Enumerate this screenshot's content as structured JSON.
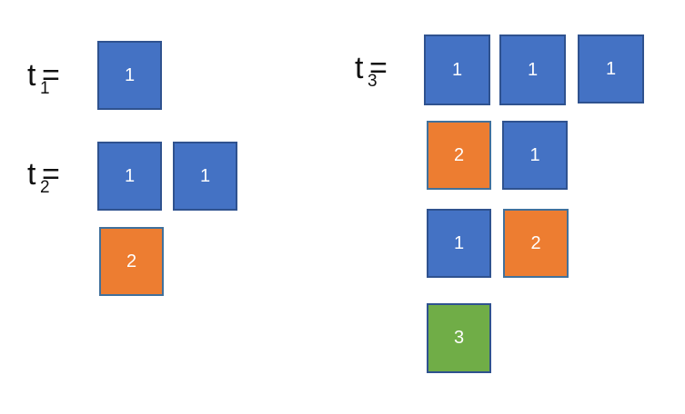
{
  "diagram": {
    "groups": [
      {
        "label": {
          "base": "t",
          "subscript": "1",
          "suffix": "="
        },
        "boxes": [
          {
            "value": "1",
            "color": "#4472c4"
          }
        ]
      },
      {
        "label": {
          "base": "t",
          "subscript": "2",
          "suffix": "="
        },
        "boxes": [
          {
            "value": "1",
            "color": "#4472c4"
          },
          {
            "value": "1",
            "color": "#4472c4"
          },
          {
            "value": "2",
            "color": "#ed7d31"
          }
        ]
      },
      {
        "label": {
          "base": "t",
          "subscript": "3",
          "suffix": "="
        },
        "boxes": [
          {
            "value": "1",
            "color": "#4472c4"
          },
          {
            "value": "1",
            "color": "#4472c4"
          },
          {
            "value": "1",
            "color": "#4472c4"
          },
          {
            "value": "2",
            "color": "#ed7d31"
          },
          {
            "value": "1",
            "color": "#4472c4"
          },
          {
            "value": "1",
            "color": "#4472c4"
          },
          {
            "value": "2",
            "color": "#ed7d31"
          },
          {
            "value": "3",
            "color": "#70ad47"
          }
        ]
      }
    ]
  }
}
